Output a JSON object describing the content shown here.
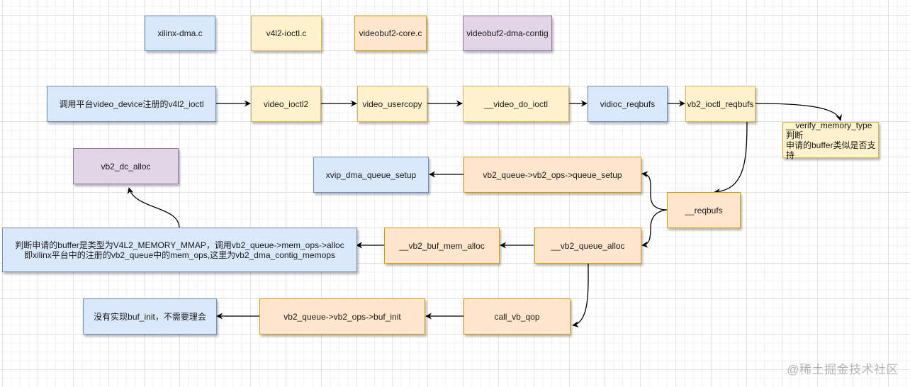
{
  "legend": [
    {
      "label": "xilinx-dma.c",
      "color": "#dae8fc"
    },
    {
      "label": "v4l2-ioctl.c",
      "color": "#fff2cc"
    },
    {
      "label": "videobuf2-core.c",
      "color": "#ffe6cc"
    },
    {
      "label": "videobuf2-dma-contig",
      "color": "#e1d5e7"
    }
  ],
  "nodes": {
    "call_platform_ioctl": "调用平台video_device注册的v4l2_ioctl",
    "video_ioctl2": "video_ioctl2",
    "video_usercopy": "video_usercopy",
    "video_do_ioctl": "__video_do_ioctl",
    "vidioc_reqbufs": "vidioc_reqbufs",
    "vb2_ioctl_reqbufs": "vb2_ioctl_reqbufs",
    "verify_memory_type": {
      "line1": "__verify_memory_type判断",
      "line2": "申请的buffer类似是否支持"
    },
    "vb2_dc_alloc": "vb2_dc_alloc",
    "xvip_dma_queue_setup": "xvip_dma_queue_setup",
    "queue_setup": "vb2_queue->vb2_ops->queue_setup",
    "reqbufs": "__reqbufs",
    "mmap_note": {
      "line1": "判断申请的buffer是类型为V4L2_MEMORY_MMAP，调用vb2_queue->mem_ops->alloc",
      "line2": "即xilinx平台中的注册的vb2_queue中的mem_ops,这里为vb2_dma_contig_memops"
    },
    "vb2_buf_mem_alloc": "__vb2_buf_mem_alloc",
    "vb2_queue_alloc": "__vb2_queue_alloc",
    "buf_init_note": "没有实现buf_init，不需要理会",
    "buf_init": "vb2_queue->vb2_ops->buf_init",
    "call_vb_qop": "call_vb_qop"
  },
  "edges": [
    {
      "from": "call_platform_ioctl",
      "to": "video_ioctl2"
    },
    {
      "from": "video_ioctl2",
      "to": "video_usercopy"
    },
    {
      "from": "video_usercopy",
      "to": "video_do_ioctl"
    },
    {
      "from": "video_do_ioctl",
      "to": "vidioc_reqbufs"
    },
    {
      "from": "vidioc_reqbufs",
      "to": "vb2_ioctl_reqbufs"
    },
    {
      "from": "vb2_ioctl_reqbufs",
      "to": "verify_memory_type"
    },
    {
      "from": "vb2_ioctl_reqbufs",
      "to": "reqbufs"
    },
    {
      "from": "reqbufs",
      "to": "queue_setup"
    },
    {
      "from": "queue_setup",
      "to": "xvip_dma_queue_setup"
    },
    {
      "from": "reqbufs",
      "to": "vb2_queue_alloc"
    },
    {
      "from": "vb2_queue_alloc",
      "to": "vb2_buf_mem_alloc"
    },
    {
      "from": "vb2_buf_mem_alloc",
      "to": "mmap_note"
    },
    {
      "from": "mmap_note",
      "to": "vb2_dc_alloc"
    },
    {
      "from": "vb2_queue_alloc",
      "to": "call_vb_qop"
    },
    {
      "from": "call_vb_qop",
      "to": "buf_init"
    },
    {
      "from": "buf_init",
      "to": "buf_init_note"
    }
  ],
  "watermark": "@稀土掘金技术社区"
}
